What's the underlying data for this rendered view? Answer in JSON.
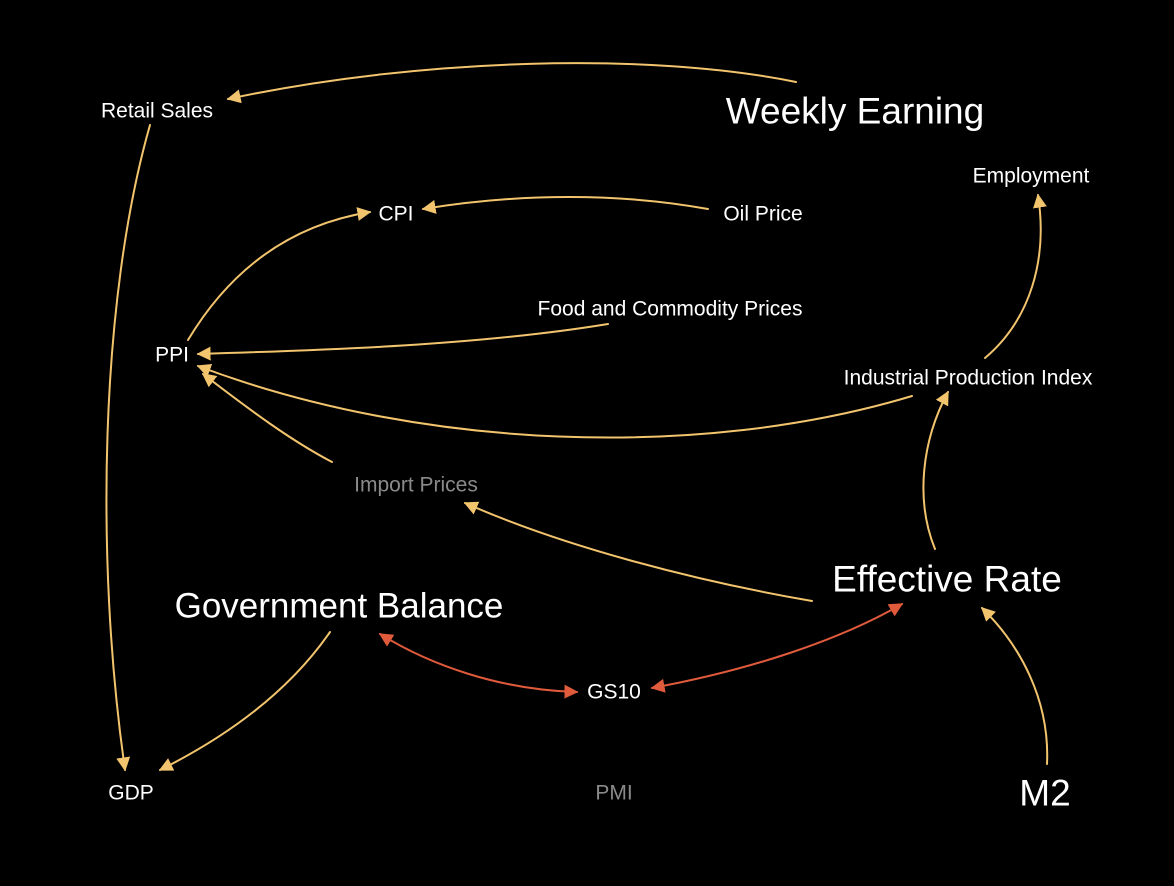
{
  "colors": {
    "background": "#000000",
    "text": "#ffffff",
    "muted_text": "#8a8a8a",
    "edge_default": "#f2c46d",
    "edge_highlight": "#e05a3c"
  },
  "nodes": [
    {
      "id": "retail_sales",
      "label": "Retail Sales",
      "muted": false
    },
    {
      "id": "weekly_earning",
      "label": "Weekly Earning",
      "muted": false
    },
    {
      "id": "employment",
      "label": "Employment",
      "muted": false
    },
    {
      "id": "cpi",
      "label": "CPI",
      "muted": false
    },
    {
      "id": "oil_price",
      "label": "Oil Price",
      "muted": false
    },
    {
      "id": "food_commodity",
      "label": "Food and Commodity Prices",
      "muted": false
    },
    {
      "id": "ppi",
      "label": "PPI",
      "muted": false
    },
    {
      "id": "industrial_production",
      "label": "Industrial Production Index",
      "muted": false
    },
    {
      "id": "import_prices",
      "label": "Import Prices",
      "muted": true
    },
    {
      "id": "effective_rate",
      "label": "Effective Rate",
      "muted": false
    },
    {
      "id": "government_balance",
      "label": "Government Balance",
      "muted": false
    },
    {
      "id": "gs10",
      "label": "GS10",
      "muted": false
    },
    {
      "id": "gdp",
      "label": "GDP",
      "muted": false
    },
    {
      "id": "pmi",
      "label": "PMI",
      "muted": true
    },
    {
      "id": "m2",
      "label": "M2",
      "muted": false
    }
  ],
  "edges": [
    {
      "from": "weekly_earning",
      "to": "retail_sales",
      "kind": "directed"
    },
    {
      "from": "retail_sales",
      "to": "gdp",
      "kind": "directed"
    },
    {
      "from": "oil_price",
      "to": "cpi",
      "kind": "directed"
    },
    {
      "from": "ppi",
      "to": "cpi",
      "kind": "directed"
    },
    {
      "from": "food_commodity",
      "to": "ppi",
      "kind": "directed"
    },
    {
      "from": "industrial_production",
      "to": "ppi",
      "kind": "directed"
    },
    {
      "from": "import_prices",
      "to": "ppi",
      "kind": "directed"
    },
    {
      "from": "industrial_production",
      "to": "employment",
      "kind": "directed"
    },
    {
      "from": "effective_rate",
      "to": "industrial_production",
      "kind": "directed"
    },
    {
      "from": "effective_rate",
      "to": "import_prices",
      "kind": "directed"
    },
    {
      "from": "m2",
      "to": "effective_rate",
      "kind": "directed"
    },
    {
      "from": "government_balance",
      "to": "gdp",
      "kind": "directed"
    },
    {
      "from": "gs10",
      "to": "government_balance",
      "kind": "bidirectional"
    },
    {
      "from": "gs10",
      "to": "effective_rate",
      "kind": "bidirectional"
    }
  ]
}
